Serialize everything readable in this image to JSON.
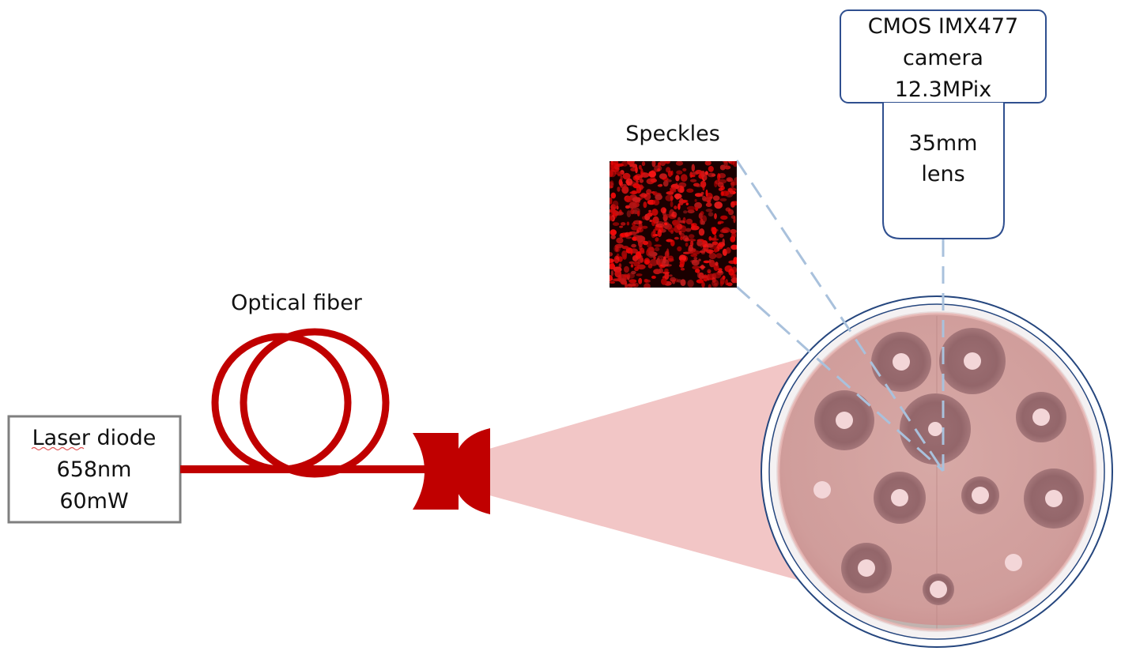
{
  "labels": {
    "laser_line1": "Laser diode",
    "laser_line2": "658nm",
    "laser_line3": "60mW",
    "fiber": "Optical fiber",
    "speckles": "Speckles",
    "camera_line1": "CMOS IMX477",
    "camera_line2": "camera",
    "camera_line3": "12.3MPix",
    "lens_line1": "35mm",
    "lens_line2": "lens"
  },
  "colors": {
    "fiber_red": "#c00000",
    "beam_pink": "#f2c6c6",
    "camera_border": "#2f4f8f",
    "dash_blue": "#a9c1dc",
    "laser_border": "#7f7f7f",
    "dish_agar": "#d9a9a6",
    "dish_zone": "#9a6b6e",
    "dish_well": "#f3d6d8"
  },
  "icons": {
    "fiber": "fiber-coil-icon",
    "expander": "beam-expander-icon",
    "speckle": "speckle-pattern-icon",
    "dish": "petri-dish-icon"
  }
}
